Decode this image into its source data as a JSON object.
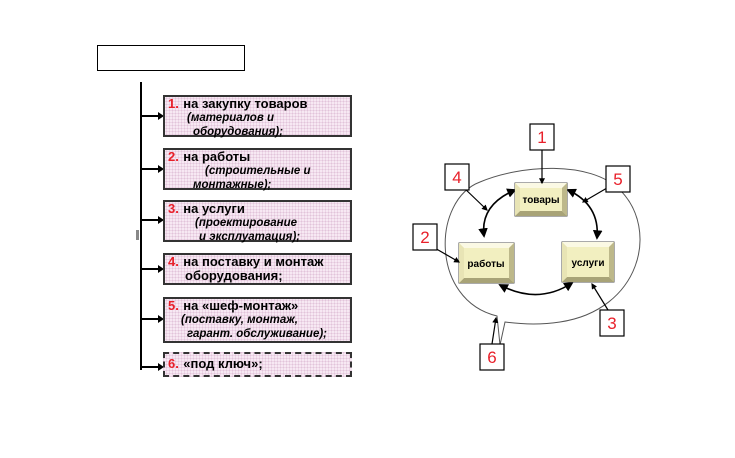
{
  "title_box": {
    "text": ""
  },
  "list": [
    {
      "num": "1.",
      "main": "на закупку товаров",
      "sub1": "(материалов и",
      "sub2": "оборудования);"
    },
    {
      "num": "2.",
      "main": "на работы",
      "sub1": "(строительные и",
      "sub2": "монтажные);"
    },
    {
      "num": "3.",
      "main": "на услуги",
      "sub1": "(проектирование",
      "sub2": "и эксплуатация);"
    },
    {
      "num": "4.",
      "main": "на поставку и монтаж",
      "sub1": "оборудования;"
    },
    {
      "num": "5.",
      "main": "на «шеф-монтаж»",
      "sub1": "(поставку, монтаж,",
      "sub2": "гарант. обслуживание);"
    },
    {
      "num": "6.",
      "main": "«под ключ»;"
    }
  ],
  "diagram": {
    "boxes": {
      "goods": "товары",
      "works": "работы",
      "services": "услуги"
    },
    "markers": [
      "1",
      "2",
      "3",
      "4",
      "5",
      "6"
    ]
  },
  "colors": {
    "accent_red": "#e8202a",
    "box_fill": "#f2efc0",
    "item_fill": "#f7e8f3"
  }
}
